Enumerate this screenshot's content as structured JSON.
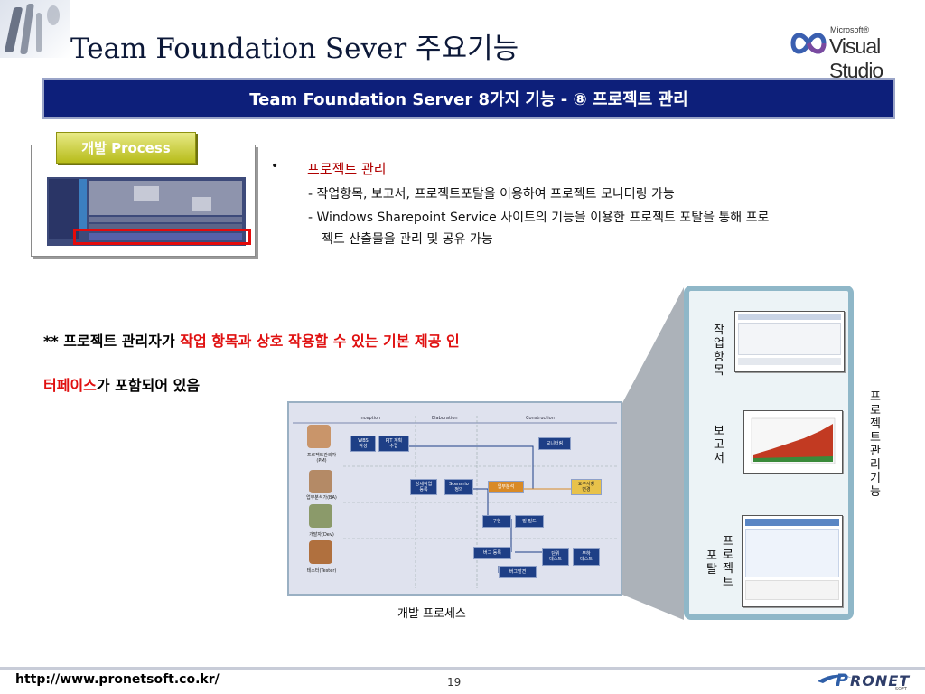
{
  "title": "Team Foundation Sever 주요기능",
  "logo": {
    "small": "Microsoft®",
    "big": "Visual Studio"
  },
  "banner": "Team Foundation Server 8가지 기능 - ⑧ 프로젝트 관리",
  "process_tab": "개발 Process",
  "bullets": {
    "head": "프로젝트 관리",
    "lines": [
      "- 작업항목, 보고서, 프로젝트포탈을 이용하여 프로젝트 모니터링 가능",
      "- Windows Sharepoint Service 사이트의 기능을 이용한 프로젝트 포탈을 통해 프로",
      "젝트 산출물을 관리 및 공유 가능"
    ]
  },
  "note": {
    "prefix": "** 프로젝트 관리자가 ",
    "red1": "작업 항목과 상호 작용할 수 있는 기본 제공 인",
    "red2": "터페이스",
    "suffix": "가 포함되어 있음"
  },
  "diagram": {
    "phases": [
      "Inception",
      "Elaboration",
      "Construction"
    ],
    "roles": [
      "프로젝트관리자\n(PM)",
      "업무분석가(BA)",
      "개발자(Dev)",
      "테스터(Tester)"
    ],
    "nodes": [
      "WBS\n작성",
      "PJT 계획\n수립",
      "모니터링",
      "상세작업\n등록",
      "Scenario\n정의",
      "업무분석",
      "요구사항\n변경",
      "구현",
      "빌 빌드",
      "버그 등록",
      "단위\n테스트",
      "부하\n테스트",
      "버그발견"
    ]
  },
  "diagram_caption": "개발 프로세스",
  "side_labels": {
    "work_items": "작업항목",
    "reports": "보고서",
    "portal_a": "프로젝트",
    "portal_b": "포탈",
    "features": "프로젝트관리기능"
  },
  "footer": {
    "url": "http://www.pronetsoft.co.kr/",
    "page": "19",
    "brand": "RONET",
    "brand_initial": "P",
    "brand_sub": "SOFT"
  }
}
